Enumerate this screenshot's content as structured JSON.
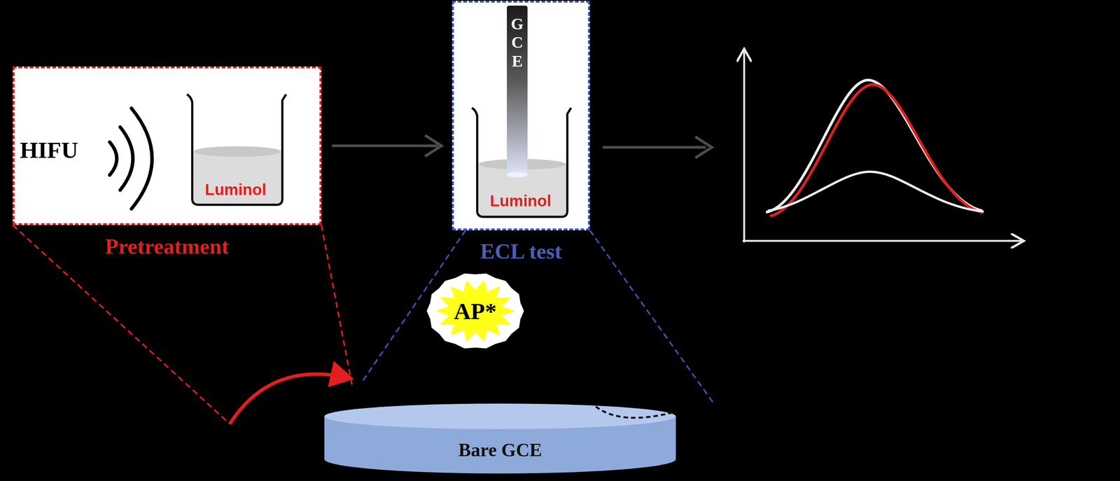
{
  "diagram": {
    "nodes": [
      {
        "text": [
          "HIFU",
          "Pretreatment"
        ]
      },
      {
        "text": [
          "Luminol"
        ],
        "in": 0
      },
      {
        "text": [
          "ECL test"
        ]
      },
      {
        "text": [
          "GCE"
        ],
        "in": 2
      },
      {
        "text": [
          "Luminol"
        ],
        "in": 2
      },
      {
        "text": [
          "AP*"
        ]
      },
      {
        "text": [
          "Bare GCE"
        ]
      }
    ],
    "edges": [
      {
        "from": 0,
        "to": 2,
        "arrow": "to"
      }
    ]
  }
}
